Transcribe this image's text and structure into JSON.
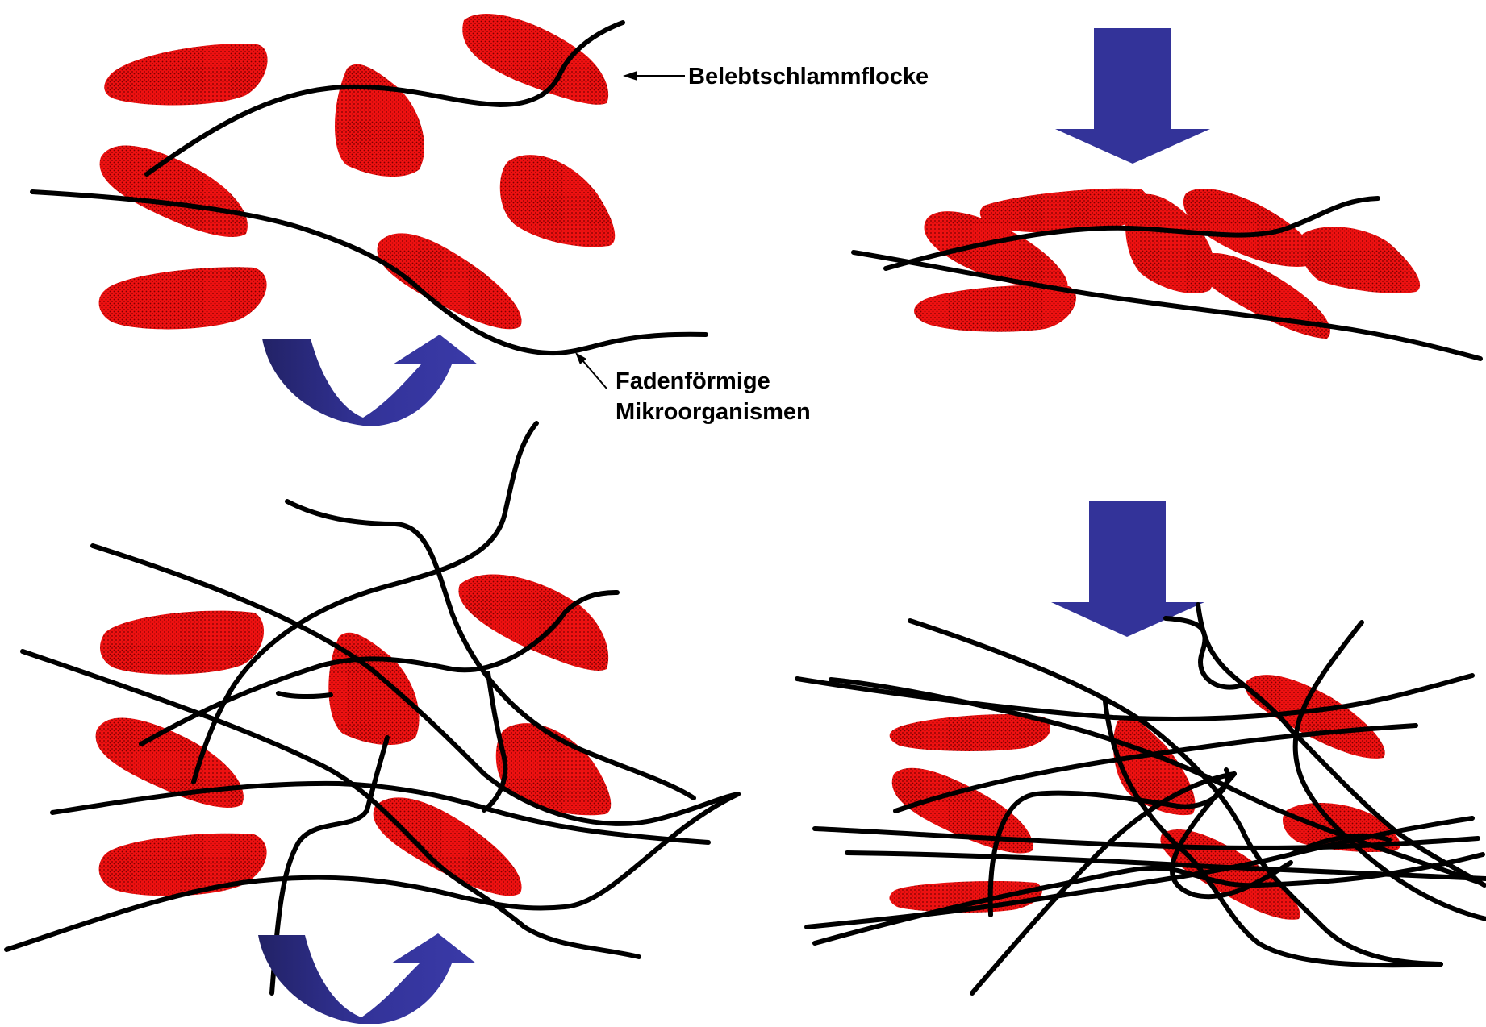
{
  "labels": {
    "floc": "Belebtschlammflocke",
    "filament_line1": "Fadenförmige",
    "filament_line2": "Mikroorganismen"
  },
  "colors": {
    "floc": "#ee1111",
    "floc_dots": "#7a0000",
    "filament": "#000000",
    "arrow": "#333399",
    "arrow_dark": "#222266"
  },
  "icons": {
    "stirring": "curved-arrow-icon",
    "settling": "down-arrow-icon"
  }
}
